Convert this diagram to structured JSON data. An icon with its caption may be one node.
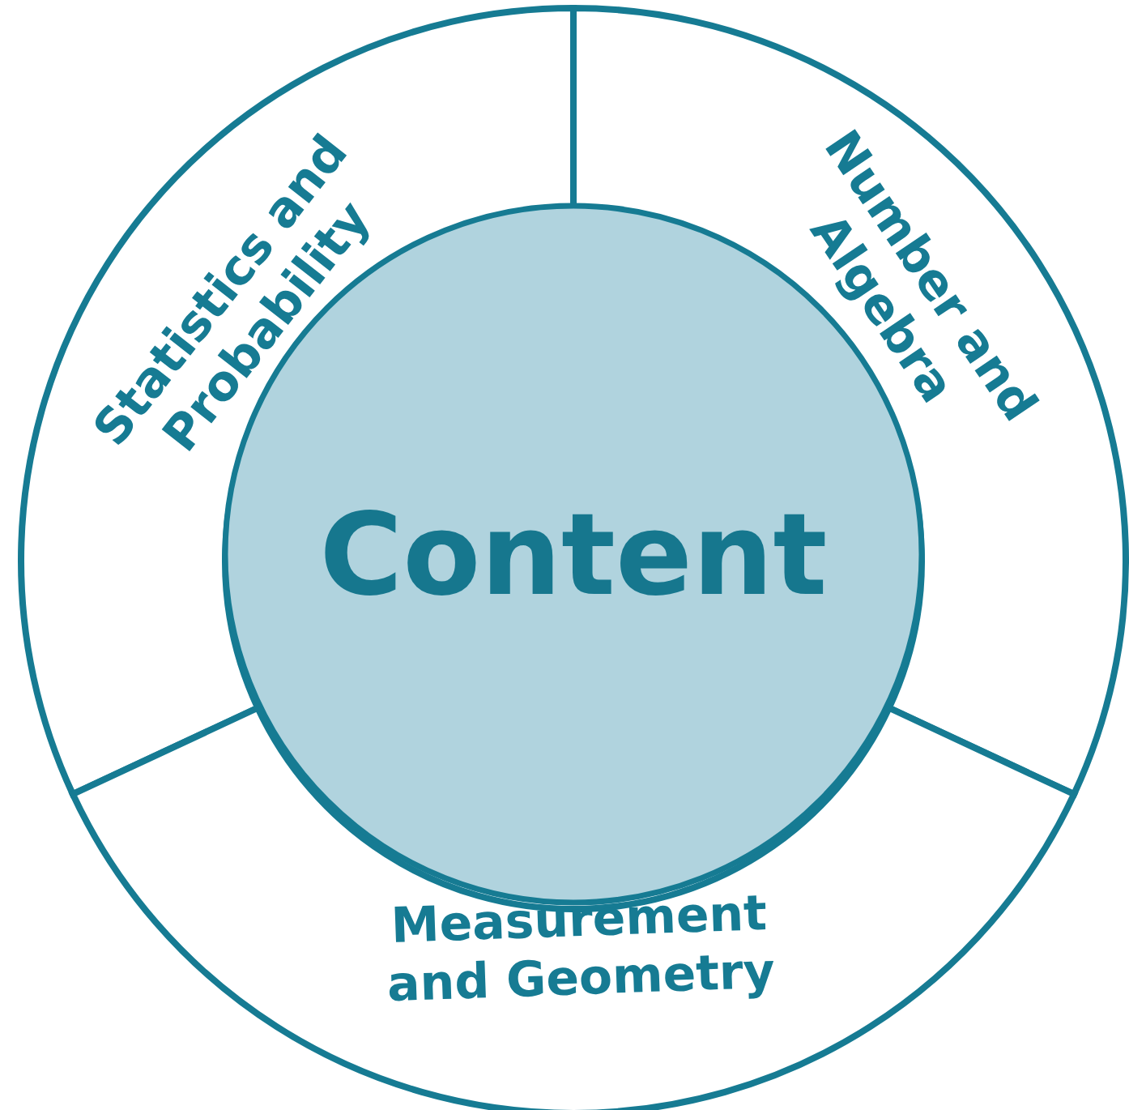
{
  "diagram": {
    "nodes": [
      {
        "text": [
          "Statistics and Probability"
        ]
      },
      {
        "text": [
          "Number and Algebra"
        ]
      },
      {
        "text": [
          "Content"
        ]
      },
      {
        "text": [
          "Measurement and Geometry"
        ]
      }
    ]
  }
}
